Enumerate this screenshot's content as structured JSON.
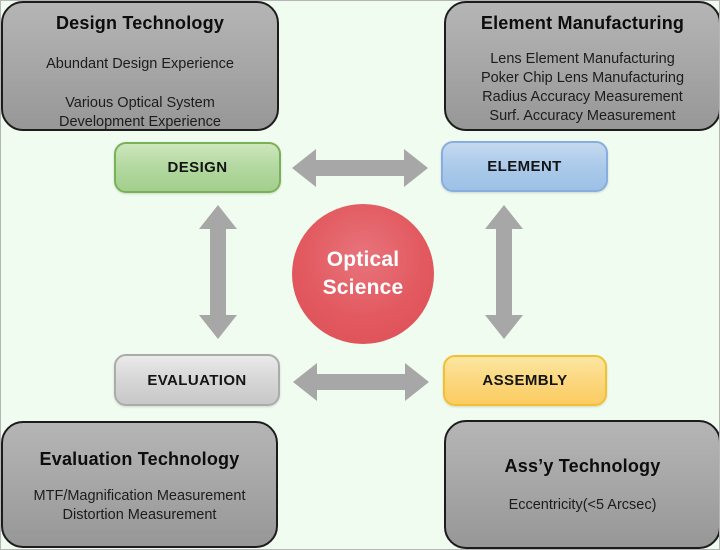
{
  "colors": {
    "background": "#f0fcef",
    "panel_gray": "#a8a8a8",
    "panel_border": "#1c1c1c",
    "arrow_gray": "#a7a7a7",
    "circle_red": "#e2595f",
    "node_design_green": "#aed49a",
    "node_element_blue": "#a9c9e9",
    "node_evaluation_gray": "#d6d6d6",
    "node_assembly_yellow": "#fbd36e"
  },
  "center_circle": {
    "line1": "Optical",
    "line2": "Science"
  },
  "nodes": {
    "design": {
      "label": "DESIGN"
    },
    "element": {
      "label": "ELEMENT"
    },
    "evaluation": {
      "label": "EVALUATION"
    },
    "assembly": {
      "label": "ASSEMBLY"
    }
  },
  "panels": {
    "design_technology": {
      "title": "Design Technology",
      "line1": "Abundant Design Experience",
      "line2": "Various Optical System",
      "line3": "Development Experience"
    },
    "element_manufacturing": {
      "title": "Element Manufacturing",
      "line1": "Lens Element Manufacturing",
      "line2": "Poker Chip Lens Manufacturing",
      "line3": "Radius Accuracy Measurement",
      "line4": "Surf. Accuracy Measurement"
    },
    "evaluation_technology": {
      "title": "Evaluation Technology",
      "line1": "MTF/Magnification Measurement",
      "line2": "Distortion Measurement"
    },
    "assy_technology": {
      "title": "Ass’y Technology",
      "line1": "Eccentricity(<5 Arcsec)"
    }
  }
}
